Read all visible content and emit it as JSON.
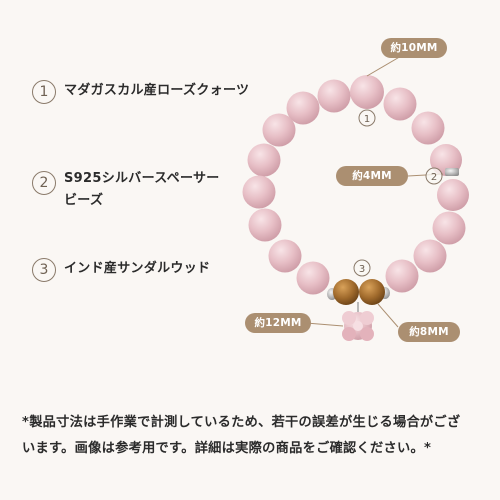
{
  "legend": [
    {
      "number": "1",
      "label": "マダガスカル産ローズクォーツ"
    },
    {
      "number": "2",
      "label_line1": "S925シルバースペーサー",
      "label_line2": "ビーズ"
    },
    {
      "number": "3",
      "label": "インド産サンダルウッド"
    }
  ],
  "markers": {
    "m1": "1",
    "m2": "2",
    "m3": "3"
  },
  "callouts": {
    "size_10mm": "約10MM",
    "size_4mm": "約4MM",
    "size_12mm": "約12MM",
    "size_8mm": "約8MM"
  },
  "note": {
    "line1": "*製品寸法は手作業で計測しているため、若干の誤差が生じる場合がござ",
    "line2": "います。画像は参考用です。詳細は実際の商品をご確認ください。*"
  },
  "colors": {
    "background": "#faf7f4",
    "callout": "#ab8f71",
    "rose_quartz": "#e7bfc6",
    "sandalwood": "#a06a2c",
    "silver": "#c9c9c9"
  }
}
